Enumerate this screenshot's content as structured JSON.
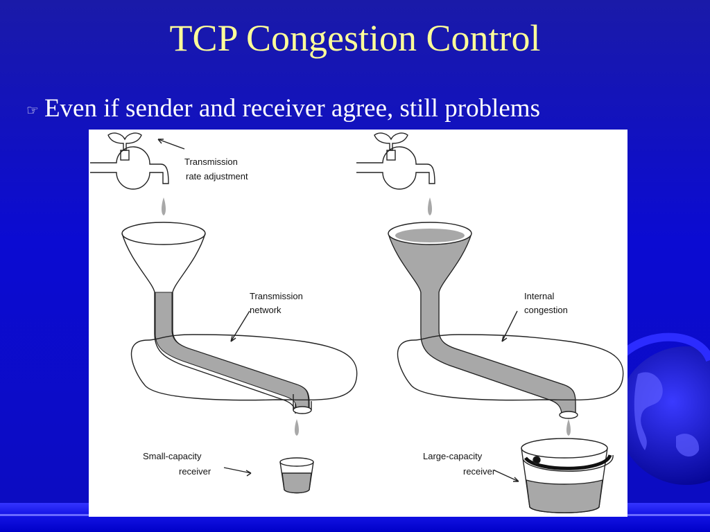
{
  "slide": {
    "title": "TCP Congestion Control",
    "bullet": "Even if sender and receiver agree, still problems"
  },
  "figure": {
    "left_panel": {
      "tap_label_line1": "Transmission",
      "tap_label_line2": "rate adjustment",
      "network_label_line1": "Transmission",
      "network_label_line2": "network",
      "receiver_label_line1": "Small-capacity",
      "receiver_label_line2": "receiver"
    },
    "right_panel": {
      "network_label_line1": "Internal",
      "network_label_line2": "congestion",
      "receiver_label_line1": "Large-capacity",
      "receiver_label_line2": "receiver"
    }
  },
  "colors": {
    "background": "#0b0bd2",
    "title": "#ffff99",
    "text": "#ffffff",
    "fluid": "#a8a8a8"
  },
  "icons": {
    "bullet": "pointing-hand-icon",
    "decoration": "globe-icon"
  }
}
